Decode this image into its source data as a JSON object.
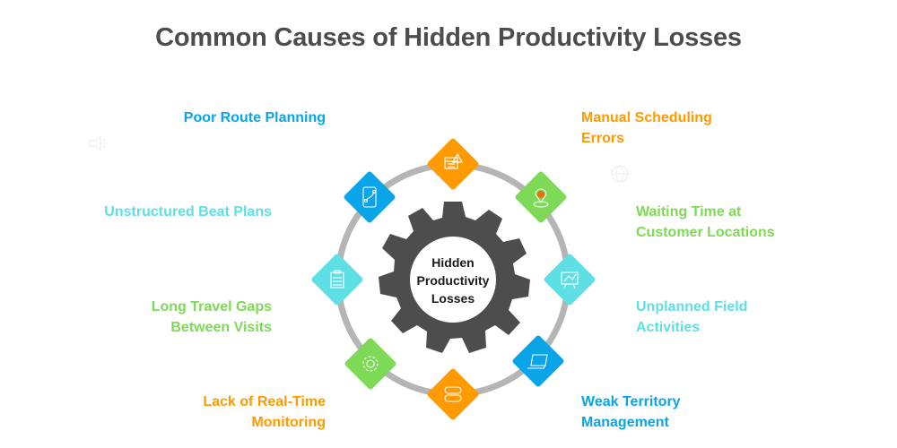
{
  "title": "Common Causes of Hidden Productivity Losses",
  "center": {
    "lines": [
      "Hidden",
      "Productivity",
      "Losses"
    ],
    "gear_color": "#4d4d4d"
  },
  "colors": {
    "blue": "#0aa5e8",
    "cyan": "#5ddfe3",
    "green": "#7ed957",
    "orange": "#ff9a00",
    "ring": "#b5b5b5"
  },
  "causes": [
    {
      "id": "poor-route-planning",
      "lines": [
        "Poor Route Planning"
      ],
      "color": "#0aa5e8",
      "icon": "phone-route-map-icon"
    },
    {
      "id": "manual-scheduling-errors",
      "lines": [
        "Manual Scheduling",
        "Errors"
      ],
      "color": "#ff9a00",
      "icon": "schedule-warning-icon"
    },
    {
      "id": "waiting-time",
      "lines": [
        "Waiting Time at",
        "Customer Locations"
      ],
      "color": "#7ed957",
      "icon": "location-pin-icon"
    },
    {
      "id": "unplanned-field-activities",
      "lines": [
        "Unplanned Field",
        "Activities"
      ],
      "color": "#5ddfe3",
      "icon": "strategy-board-icon"
    },
    {
      "id": "weak-territory-management",
      "lines": [
        "Weak Territory",
        "Management"
      ],
      "color": "#0aa5e8",
      "icon": "laptop-icon"
    },
    {
      "id": "lack-of-real-time-monitoring",
      "lines": [
        "Lack of Real-Time",
        "Monitoring"
      ],
      "color": "#ff9a00",
      "icon": "toggle-switch-icon"
    },
    {
      "id": "long-travel-gaps",
      "lines": [
        "Long Travel Gaps",
        "Between Visits"
      ],
      "color": "#7ed957",
      "icon": "gear-icon"
    },
    {
      "id": "unstructured-beat-plans",
      "lines": [
        "Unstructured Beat Plans"
      ],
      "color": "#5ddfe3",
      "icon": "clipboard-plan-icon"
    }
  ]
}
